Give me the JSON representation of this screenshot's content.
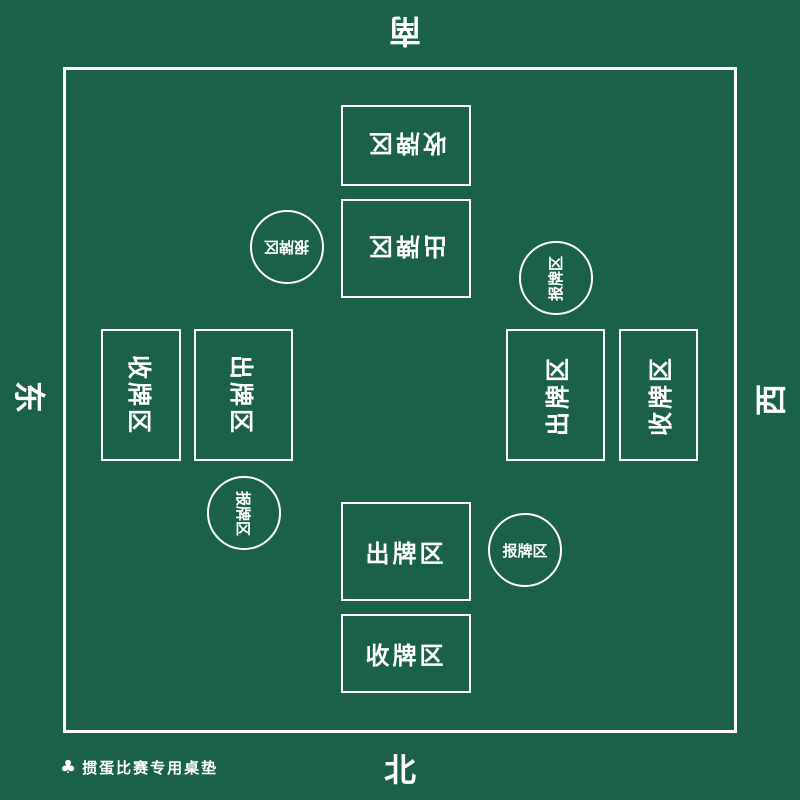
{
  "directions": {
    "south": "南",
    "north": "北",
    "east": "东",
    "west": "西"
  },
  "zones": {
    "collect": "收牌区",
    "play": "出牌区",
    "report": "报牌区"
  },
  "footer": {
    "icon": "club-icon",
    "text": "掼蛋比赛专用桌垫"
  },
  "colors": {
    "background": "#1b6148",
    "lines": "#ffffff"
  }
}
